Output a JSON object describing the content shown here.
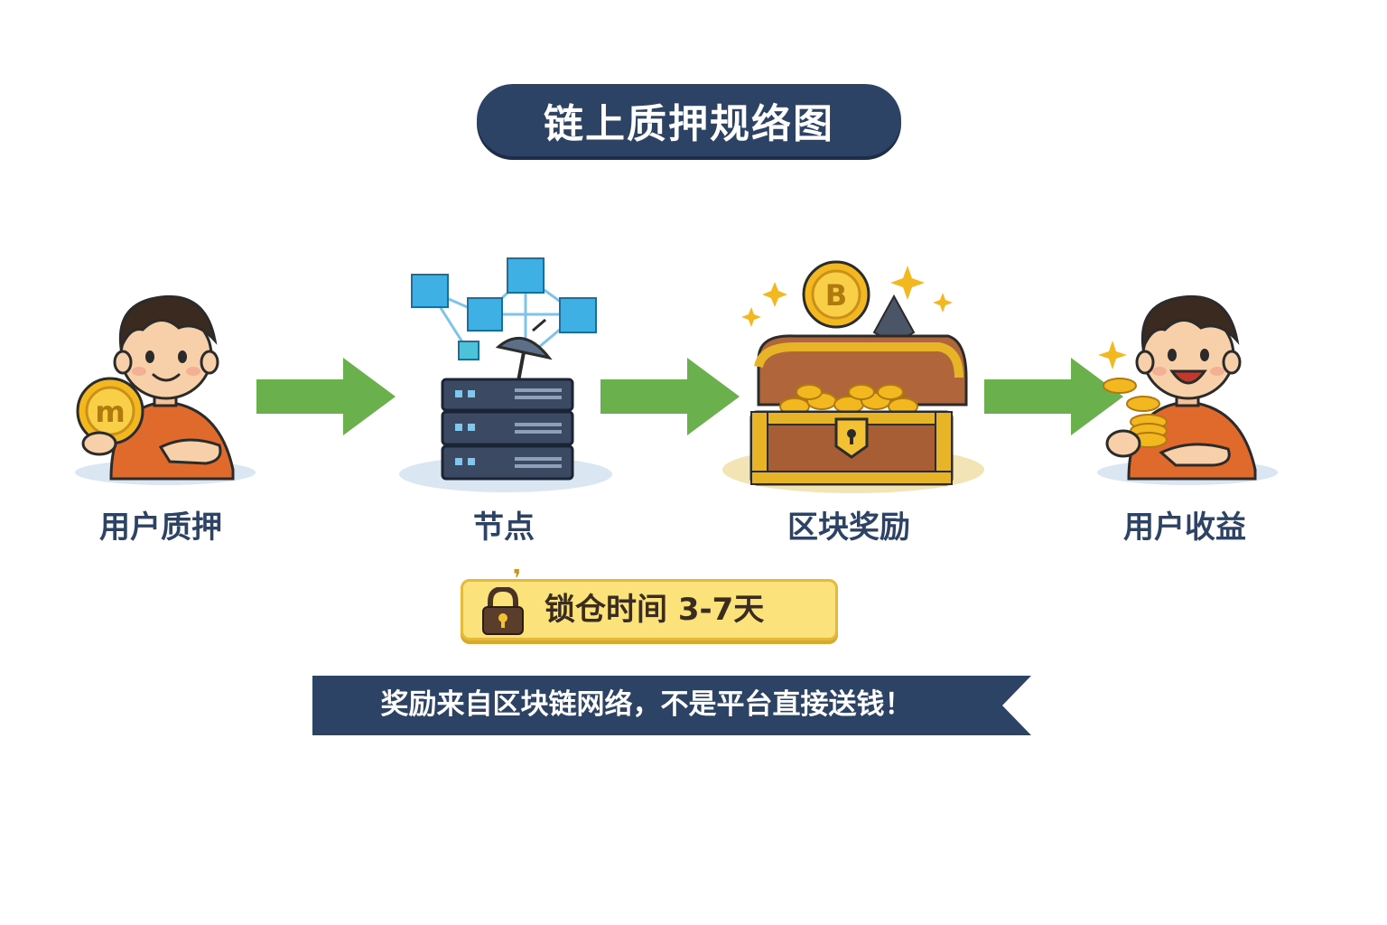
{
  "title": "链上质押规络图",
  "steps": [
    {
      "label": "用户质押",
      "icon": "person-holding-coin-icon"
    },
    {
      "label": "节点",
      "icon": "server-network-icon"
    },
    {
      "label": "区块奖励",
      "icon": "treasure-chest-icon"
    },
    {
      "label": "用户收益",
      "icon": "person-with-coins-icon"
    }
  ],
  "lock": {
    "text": "锁仓时间 3-7天",
    "icon": "lock-icon"
  },
  "banner": {
    "text": "奖励来自区块链网络，不是平台直接送钱！"
  },
  "colors": {
    "navy": "#2d4365",
    "arrow": "#6ab04c",
    "gold": "#f3b81f",
    "badge": "#fbe27a"
  }
}
